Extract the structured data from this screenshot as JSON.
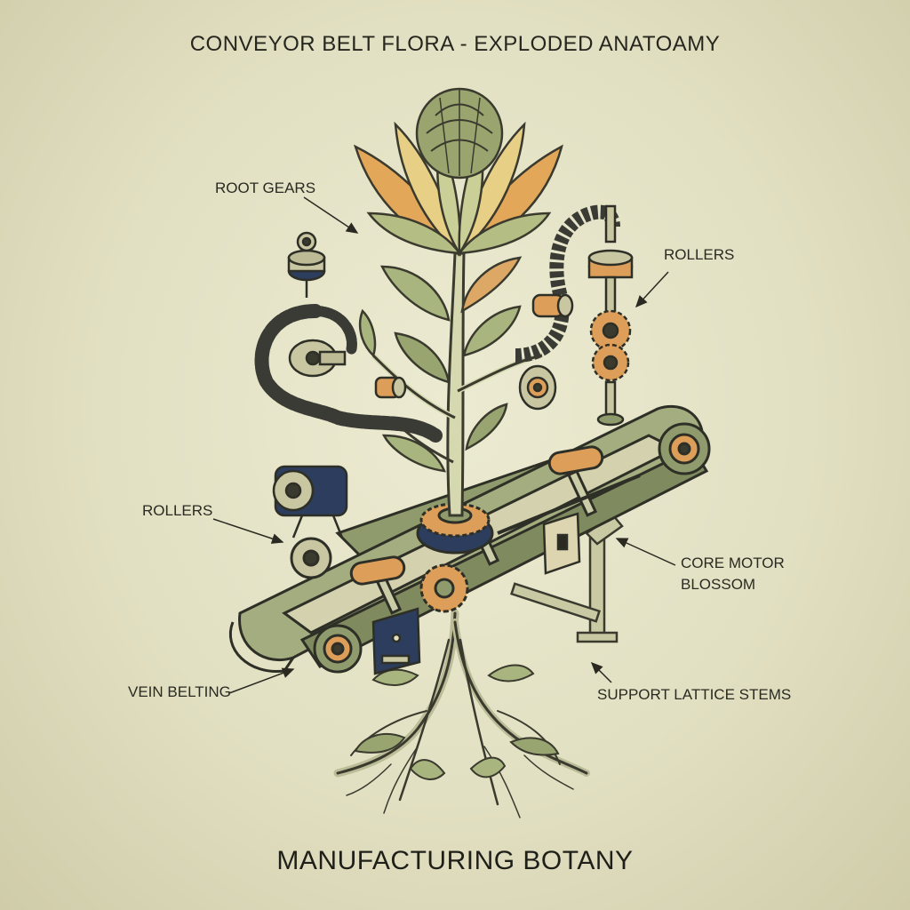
{
  "title": "CONVEYOR BELT FLORA - EXPLODED ANATOAMY",
  "footer": "MANUFACTURING BOTANY",
  "labels": {
    "root_gears": "ROOT GEARS",
    "rollers_top": "ROLLERS",
    "rollers_left": "ROLLERS",
    "core_motor_line1": "CORE MOTOR",
    "core_motor_line2": "BLOSSOM",
    "vein_belting": "VEIN BELTING",
    "support_lattice": "SUPPORT LATTICE STEMS"
  },
  "colors": {
    "background": "#e2e0c2",
    "ink": "#2a2a22",
    "petal_orange": "#e3a75a",
    "petal_yellow": "#e8cf86",
    "leaf_green": "#a9b57e",
    "stem": "#d6d8b0",
    "belt_olive": "#8f9b6c",
    "roller_orange": "#dd9e5a",
    "motor_navy": "#2c3d5e",
    "chain_dark": "#3a3b34"
  }
}
